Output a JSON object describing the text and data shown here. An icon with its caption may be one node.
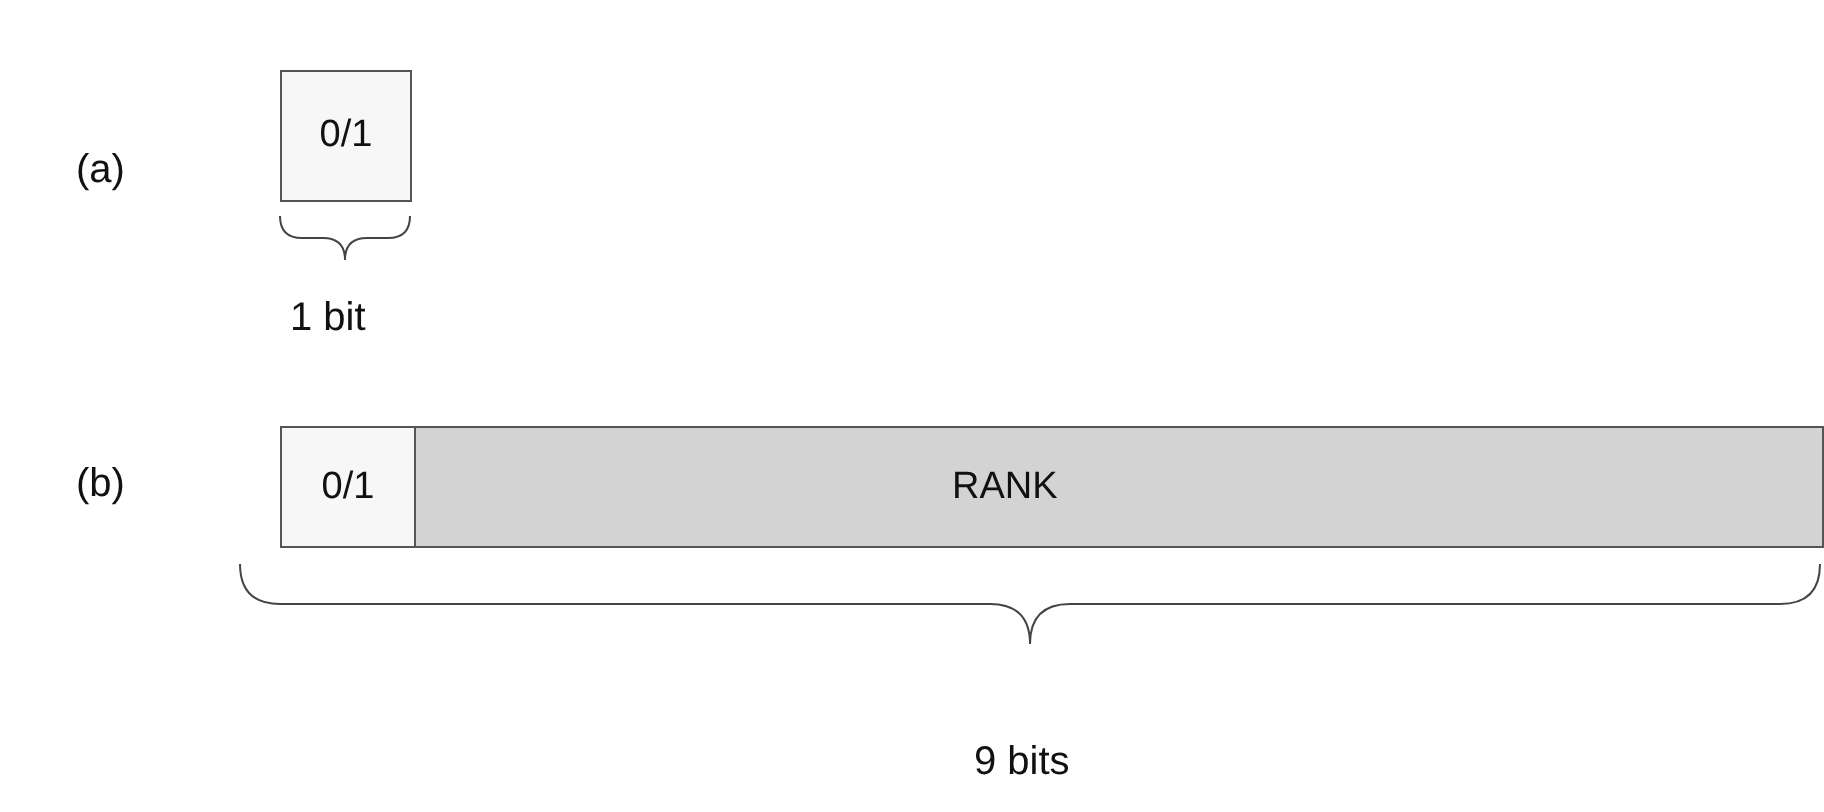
{
  "diagram": {
    "nodes": [
      {
        "text": [
          "0/1"
        ]
      },
      {
        "text": [
          "0/1"
        ]
      },
      {
        "text": [
          "RANK"
        ]
      }
    ],
    "labels": [
      "(a)",
      "1 bit",
      "(b)",
      "9 bits"
    ]
  }
}
